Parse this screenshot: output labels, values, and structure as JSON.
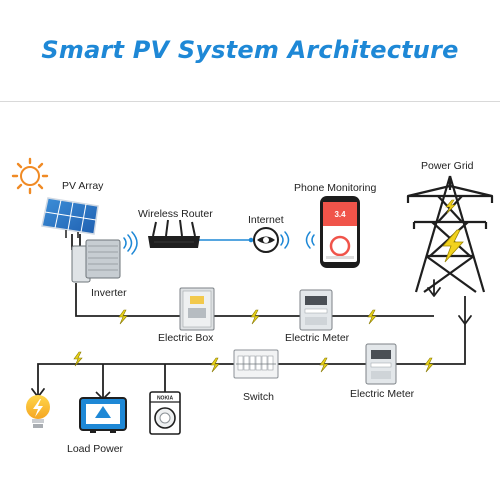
{
  "title": "Smart PV System Architecture",
  "colors": {
    "title": "#1e88d6",
    "wire": "#222222",
    "bolt": "#e8d21a"
  },
  "labels": {
    "pv_array": "PV Array",
    "wireless_router": "Wireless Router",
    "internet": "Internet",
    "phone_monitoring": "Phone Monitoring",
    "power_grid": "Power Grid",
    "inverter": "Inverter",
    "electric_box": "Electric Box",
    "electric_meter_top": "Electric Meter",
    "switch": "Switch",
    "electric_meter_bottom": "Electric Meter",
    "load_power": "Load Power"
  },
  "phone_screen_value": "3.4",
  "washer_brand": "NOKIA"
}
